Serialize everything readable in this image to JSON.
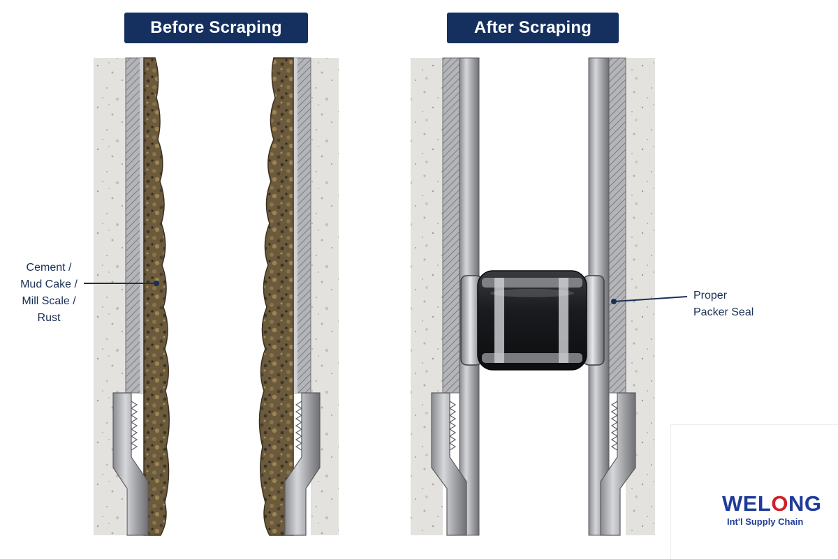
{
  "panels": {
    "before": {
      "title": "Before Scraping"
    },
    "after": {
      "title": "After Scraping"
    }
  },
  "callouts": {
    "left": {
      "lines": [
        "Cement /",
        "Mud Cake /",
        "Mill Scale /",
        "Rust"
      ]
    },
    "right": {
      "lines": [
        "Proper",
        "Packer Seal"
      ]
    }
  },
  "logo": {
    "text": "WELONG",
    "subtitle": "Int'l Supply Chain",
    "colors": {
      "primary": "#1f3b9a",
      "accent": "#d0202a"
    }
  },
  "colors": {
    "title_bg": "#15305f",
    "cement": "#e2e0dc",
    "steel": "#a8a9ac",
    "debris": "#6b5a3c",
    "packer_rubber": "#1c1d20",
    "callout_line": "#1b2f55"
  }
}
